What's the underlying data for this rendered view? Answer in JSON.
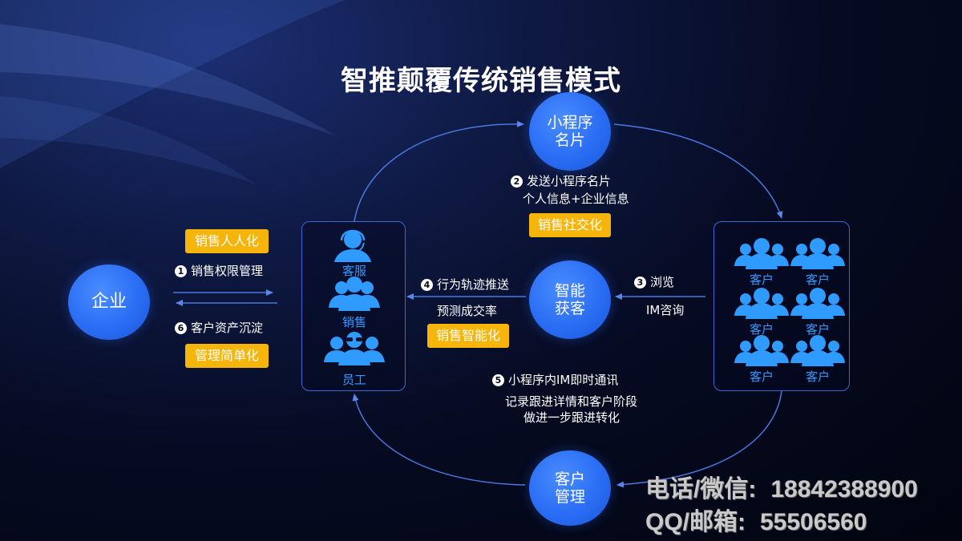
{
  "title": "智推颠覆传统销售模式",
  "nodes": {
    "enterprise": [
      "企业"
    ],
    "card": [
      "小程序",
      "名片"
    ],
    "ai": [
      "智能",
      "获客"
    ],
    "manage": [
      "客户",
      "管理"
    ]
  },
  "staff": {
    "service": "客服",
    "sales": "销售",
    "employee": "员工"
  },
  "clients": [
    "客户",
    "客户",
    "客户",
    "客户",
    "客户",
    "客户"
  ],
  "steps": {
    "s1": {
      "num": "1",
      "text": "销售权限管理"
    },
    "s2": {
      "num": "2",
      "text": "发送小程序名片",
      "sub": "个人信息+企业信息"
    },
    "s3": {
      "num": "3",
      "text": "浏览",
      "sub": "IM咨询"
    },
    "s4": {
      "num": "4",
      "text": "行为轨迹推送",
      "sub": "预测成交率"
    },
    "s5": {
      "num": "5",
      "text": "小程序内IM即时通讯",
      "sub1": "记录跟进详情和客户阶段",
      "sub2": "做进一步跟进转化"
    },
    "s6": {
      "num": "6",
      "text": "客户资产沉淀"
    }
  },
  "badges": {
    "personal": "销售人人化",
    "simple": "管理简单化",
    "social": "销售社交化",
    "smart": "销售智能化"
  },
  "contact": {
    "phone_label": "电话/微信:",
    "phone_value": "18842388900",
    "qq_label": "QQ/邮箱:",
    "qq_value": "55506560"
  },
  "colors": {
    "node_blue": "#2a6df4",
    "badge_gold": "#f5b50a",
    "line_blue": "#4a78e0",
    "person_blue": "#2f9bff"
  }
}
